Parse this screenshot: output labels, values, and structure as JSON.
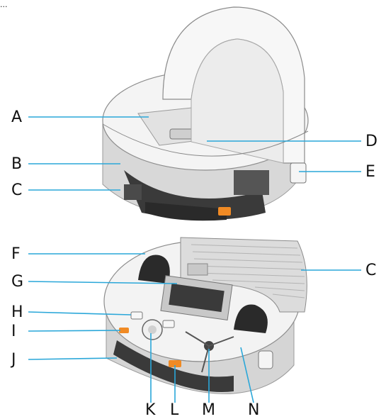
{
  "header_crop_text": "...",
  "labels": {
    "A": "A",
    "B": "B",
    "C_top": "C",
    "D": "D",
    "E": "E",
    "F": "F",
    "G": "G",
    "C_bottom": "C",
    "H": "H",
    "I": "I",
    "J": "J",
    "K": "K",
    "L": "L",
    "M": "M",
    "N": "N"
  },
  "colors": {
    "line": "#2aa7d9",
    "body_light": "#f2f2f2",
    "body_mid": "#cfcfcf",
    "dark": "#2d2d2d",
    "accent_orange": "#f08a24"
  }
}
